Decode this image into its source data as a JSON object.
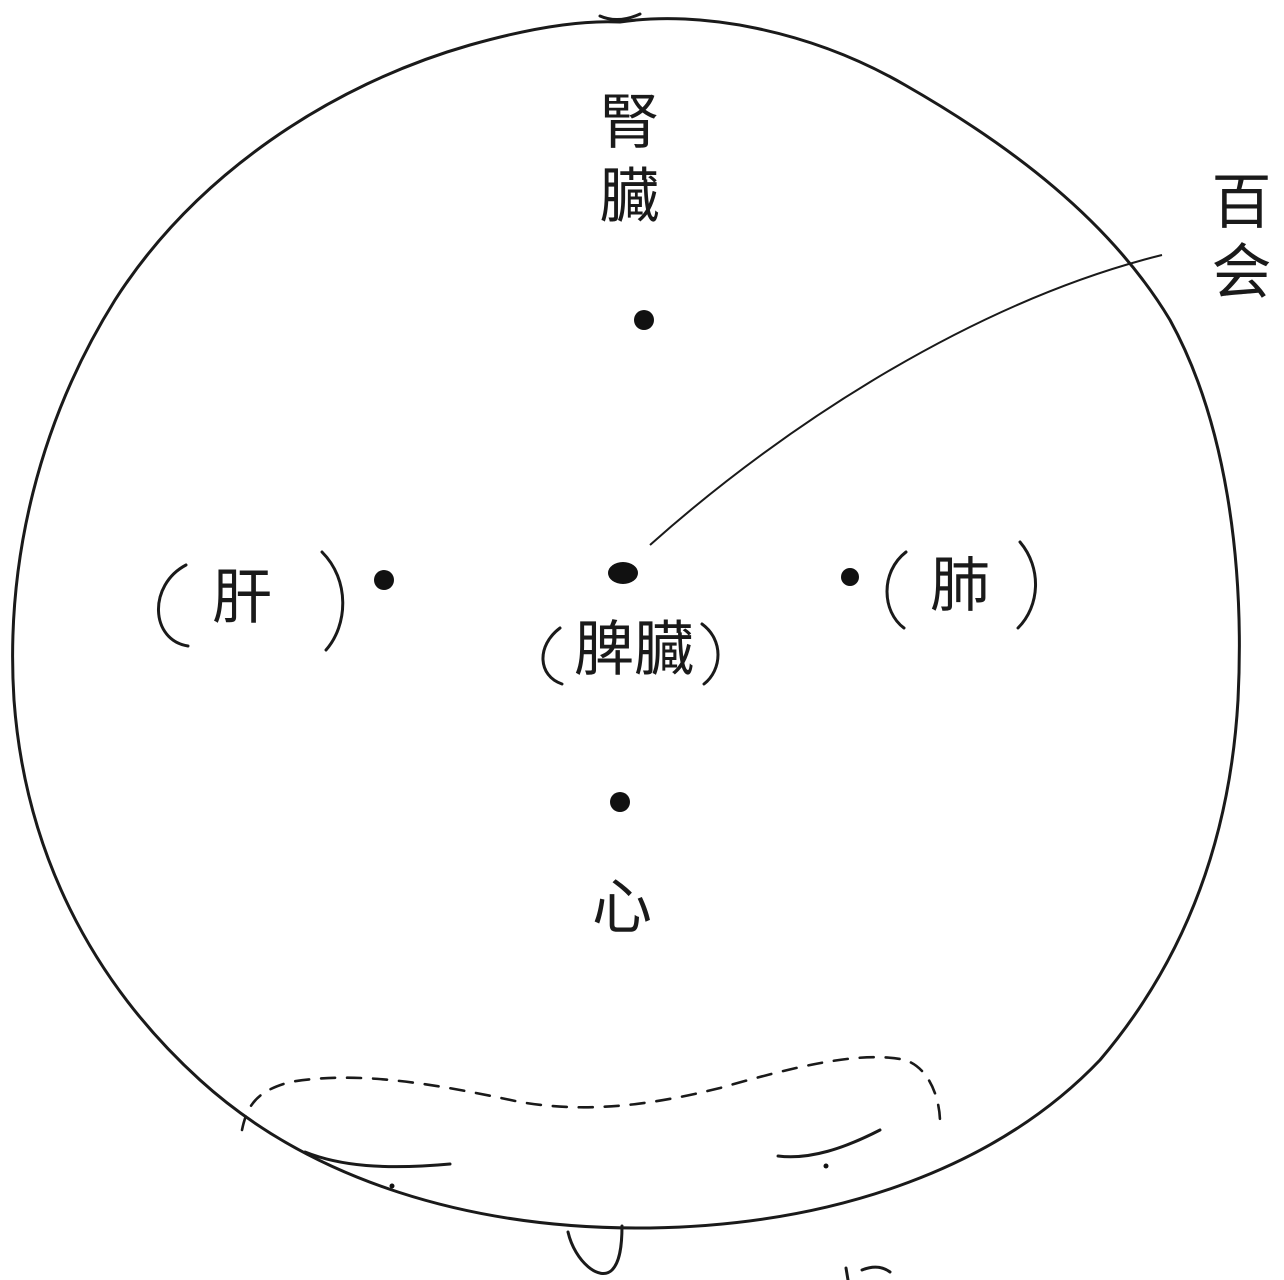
{
  "points": {
    "top": {
      "label": "腎臓"
    },
    "center": {
      "label": "脾臓",
      "callout": "百会"
    },
    "left": {
      "label": "肝"
    },
    "right": {
      "label": "肺"
    },
    "bottom": {
      "label": "心"
    }
  },
  "colors": {
    "line": "#1a1a1a",
    "dot": "#111111",
    "background": "#ffffff"
  }
}
